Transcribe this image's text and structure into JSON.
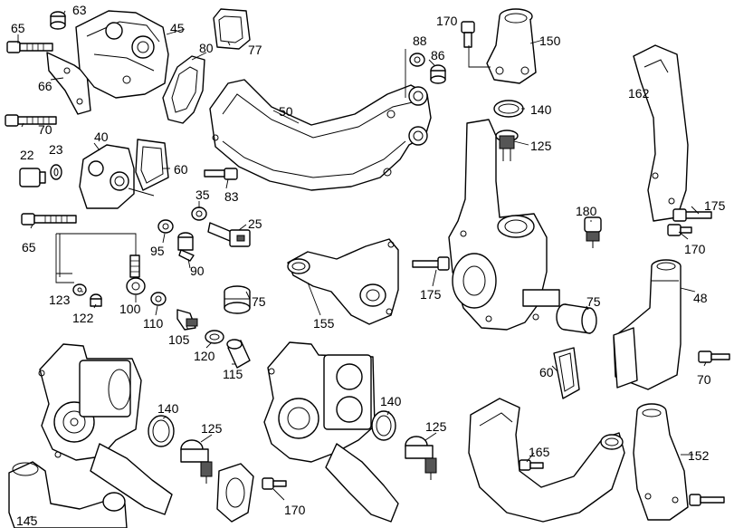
{
  "diagram": {
    "labels": [
      {
        "id": "l63a",
        "text": "63"
      },
      {
        "id": "l45",
        "text": "45"
      },
      {
        "id": "l65a",
        "text": "65"
      },
      {
        "id": "l80",
        "text": "80"
      },
      {
        "id": "l77",
        "text": "77"
      },
      {
        "id": "l66",
        "text": "66"
      },
      {
        "id": "l170a",
        "text": "170"
      },
      {
        "id": "l150",
        "text": "150"
      },
      {
        "id": "l88",
        "text": "88"
      },
      {
        "id": "l86",
        "text": "86"
      },
      {
        "id": "l162",
        "text": "162"
      },
      {
        "id": "l50",
        "text": "50"
      },
      {
        "id": "l70a",
        "text": "70"
      },
      {
        "id": "l140a",
        "text": "140"
      },
      {
        "id": "l40",
        "text": "40"
      },
      {
        "id": "l22",
        "text": "22"
      },
      {
        "id": "l23",
        "text": "23"
      },
      {
        "id": "l60a",
        "text": "60"
      },
      {
        "id": "l125a",
        "text": "125"
      },
      {
        "id": "l83",
        "text": "83"
      },
      {
        "id": "l35",
        "text": "35"
      },
      {
        "id": "l180",
        "text": "180"
      },
      {
        "id": "l175a",
        "text": "175"
      },
      {
        "id": "l65b",
        "text": "65"
      },
      {
        "id": "l25",
        "text": "25"
      },
      {
        "id": "l170b",
        "text": "170"
      },
      {
        "id": "l95",
        "text": "95"
      },
      {
        "id": "l90",
        "text": "90"
      },
      {
        "id": "l175b",
        "text": "175"
      },
      {
        "id": "l48",
        "text": "48"
      },
      {
        "id": "l75a",
        "text": "75"
      },
      {
        "id": "l75b",
        "text": "75"
      },
      {
        "id": "l123",
        "text": "123"
      },
      {
        "id": "l122",
        "text": "122"
      },
      {
        "id": "l100",
        "text": "100"
      },
      {
        "id": "l110",
        "text": "110"
      },
      {
        "id": "l155",
        "text": "155"
      },
      {
        "id": "l105",
        "text": "105"
      },
      {
        "id": "l70b",
        "text": "70"
      },
      {
        "id": "l120",
        "text": "120"
      },
      {
        "id": "l60b",
        "text": "60"
      },
      {
        "id": "l115",
        "text": "115"
      },
      {
        "id": "l140b",
        "text": "140"
      },
      {
        "id": "l140c",
        "text": "140"
      },
      {
        "id": "l125b",
        "text": "125"
      },
      {
        "id": "l125c",
        "text": "125"
      },
      {
        "id": "l165",
        "text": "165"
      },
      {
        "id": "l152",
        "text": "152"
      },
      {
        "id": "l170c",
        "text": "170"
      },
      {
        "id": "l145",
        "text": "145"
      }
    ]
  }
}
